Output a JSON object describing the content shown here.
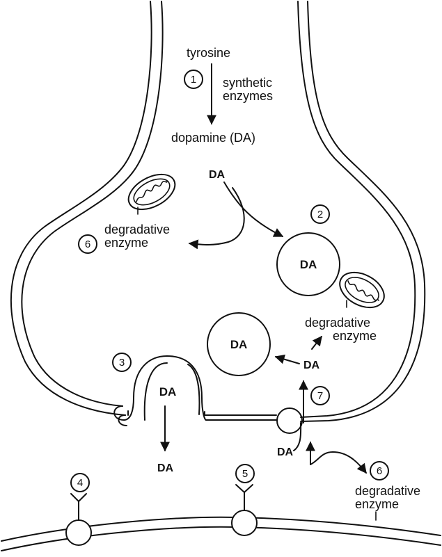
{
  "labels": {
    "tyrosine": "tyrosine",
    "synthetic": "synthetic",
    "enzymes": "enzymes",
    "dopamine": "dopamine (DA)",
    "degradative": "degradative",
    "enzyme": "enzyme",
    "da": "DA"
  },
  "steps": {
    "s1": "1",
    "s2": "2",
    "s3": "3",
    "s4": "4",
    "s5": "5",
    "s6": "6",
    "s7": "7"
  }
}
